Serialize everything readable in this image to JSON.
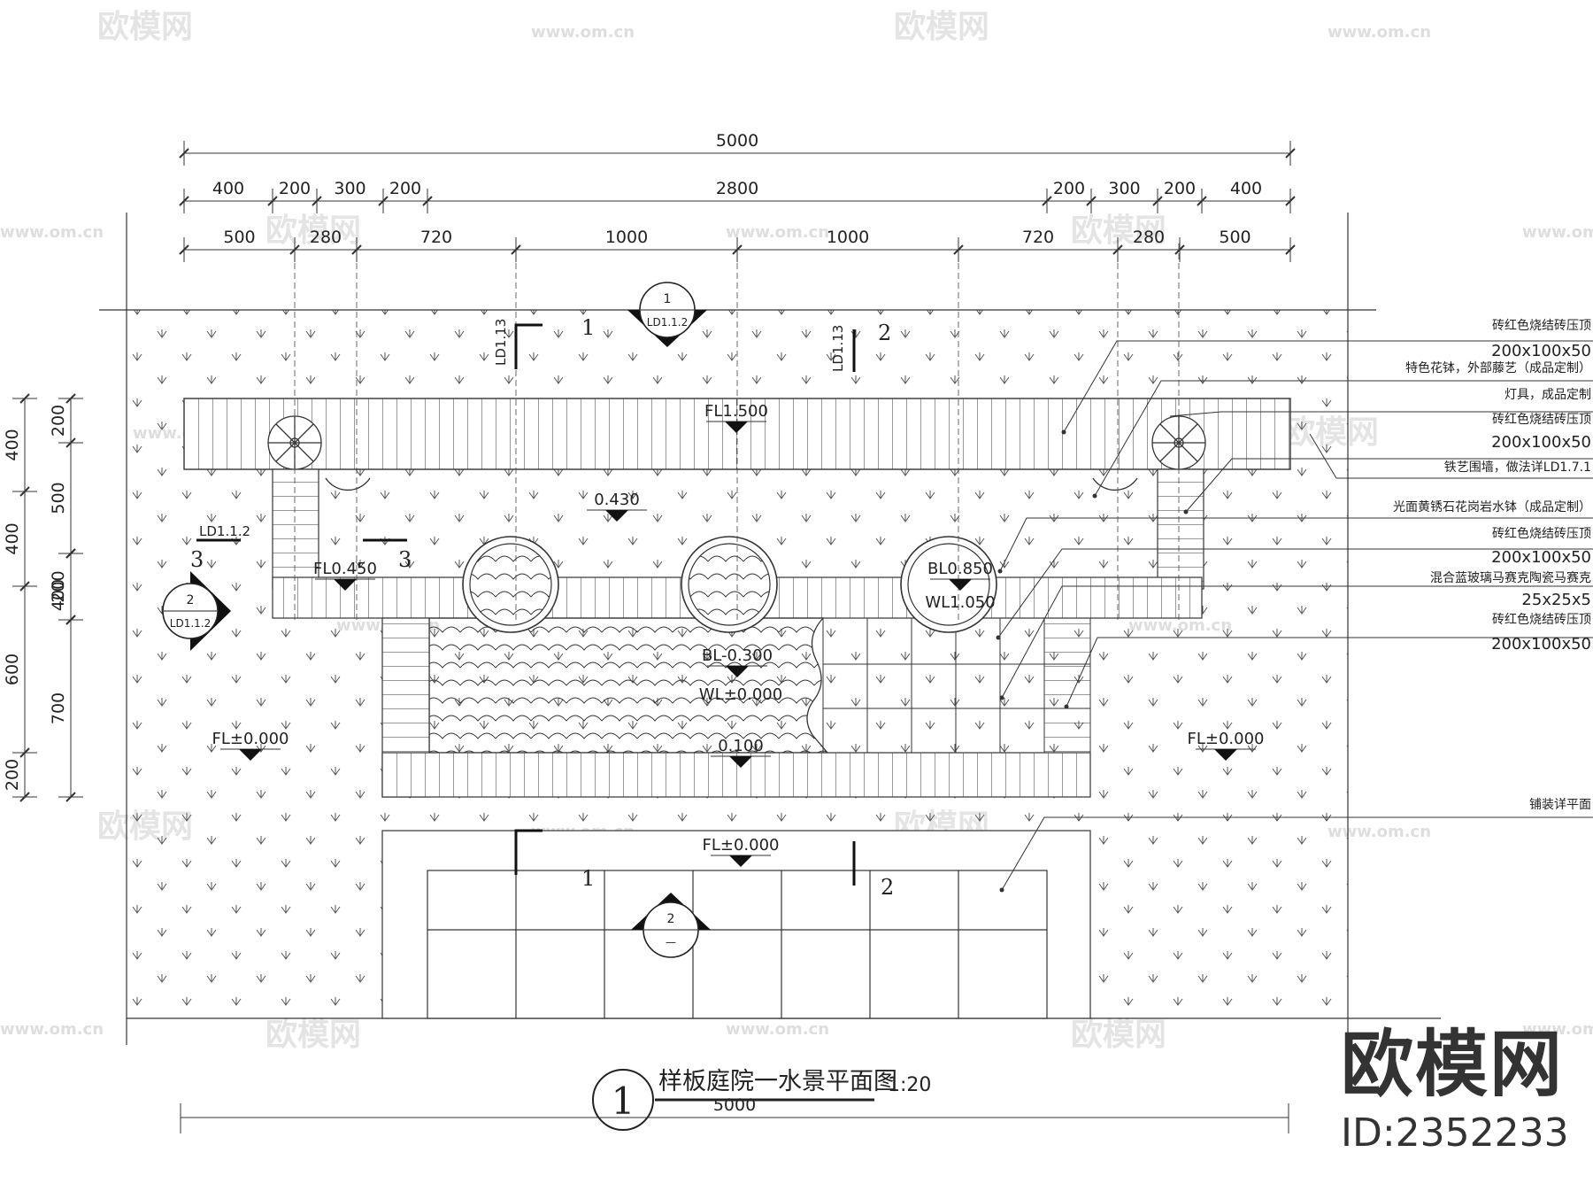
{
  "drawing": {
    "title": "样板庭院一水景平面图",
    "scale": "1:20",
    "number": "1"
  },
  "dimensions": {
    "overall_top": "5000",
    "row1": [
      "400",
      "200",
      "300",
      "200",
      "2800",
      "200",
      "300",
      "200",
      "400"
    ],
    "row2": [
      "500",
      "280",
      "720",
      "1000",
      "1000",
      "720",
      "280",
      "500"
    ],
    "left_outer": [
      "400",
      "400",
      "600",
      "200"
    ],
    "left_inner": [
      "200",
      "500",
      "200",
      "700"
    ],
    "left_mid": [
      "400"
    ],
    "bottom_overall": "5000"
  },
  "levels": {
    "fl_top": "FL1.500",
    "mid_left": "0.430",
    "fl_left_step": "FL0.450",
    "bl_pool_top": "BL0.850",
    "wl_pool_top": "WL1.050",
    "bl_pool": "BL-0.300",
    "wl_pool": "WL±0.000",
    "front_edge": "0.100",
    "fl_left": "FL±0.000",
    "fl_right": "FL±0.000",
    "fl_bottom": "FL±0.000"
  },
  "section_marks": {
    "s1_num": "1",
    "s1_ref": "LD1.1.2",
    "s2_num": "2",
    "s2_ref": "LD1.1.2",
    "s3_num": "2",
    "s3_ref": "—",
    "cut1_label": "1",
    "cut1_ref": "LD1.13",
    "cut2_label": "2",
    "cut2_ref": "LD1.13",
    "cut3_label": "3",
    "cut3_ref": "LD1.1.2",
    "cut1b_label": "1",
    "cut2b_label": "2"
  },
  "annotations": [
    "砖红色烧结砖压顶",
    "200x100x50",
    "特色花钵，外部藤艺（成品定制）",
    "灯具，成品定制",
    "砖红色烧结砖压顶",
    "200x100x50",
    "铁艺围墙，做法详LD1.7.1",
    "光面黄锈石花岗岩水钵（成品定制）",
    "砖红色烧结砖压顶",
    "200x100x50",
    "混合蓝玻璃马赛克陶瓷马赛克",
    "25x25x5",
    "砖红色烧结砖压顶",
    "200x100x50",
    "铺装详平面"
  ],
  "watermark": {
    "logo_text": "欧模网",
    "url": "www.om.cn"
  },
  "brand": {
    "logo": "欧模网",
    "id": "ID:2352233"
  }
}
